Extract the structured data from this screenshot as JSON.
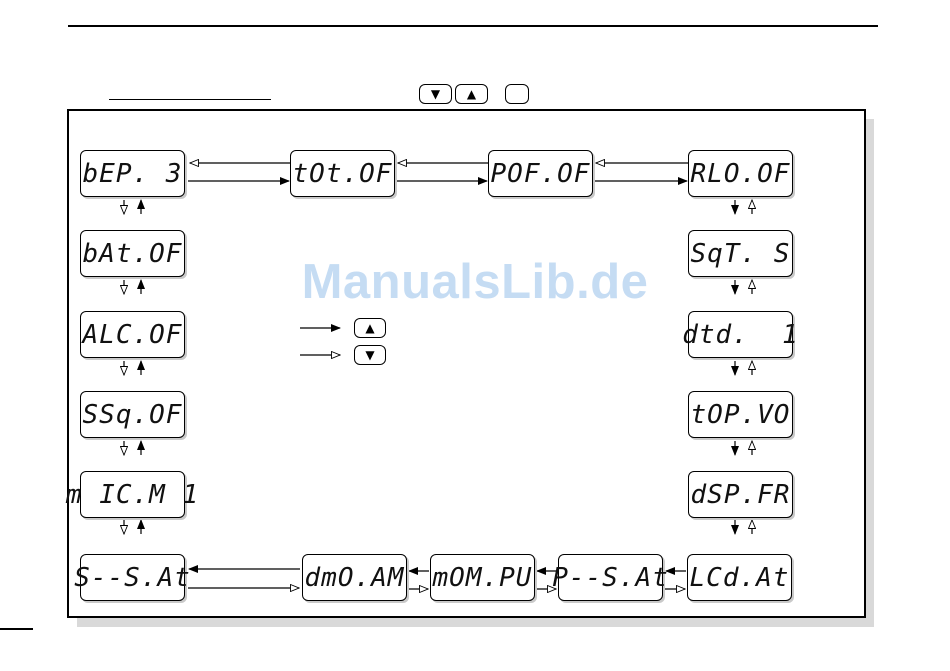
{
  "keys": {
    "down_arrow": "▼",
    "up_arrow": "▲",
    "blank_key": ""
  },
  "lcd_displays": {
    "bep": "bEP. 3",
    "tot": "tOt.OF",
    "pof": "POF.OF",
    "rlo": "RLO.OF",
    "bat": "bAt.OF",
    "sqt": "SqT. S",
    "alc": "ALC.OF",
    "dtd": "dtd.  1",
    "ssq": "SSq.OF",
    "topv": "tOP.VO",
    "mic": "m IC.M 1",
    "dspfr": "dSP.FR",
    "ssat": "S--S.At",
    "dmoan": "dmO.AM",
    "monpu": "mOM.PU",
    "psat": "P--S.At",
    "lcdat": "LCd.At"
  },
  "legend": {
    "up_key": "▲",
    "down_key": "▼"
  },
  "watermark": "ManualsLib.de",
  "colors": {
    "line": "#000000",
    "shadow": "#d9d9d9",
    "watermark": "#bcd6f2"
  }
}
